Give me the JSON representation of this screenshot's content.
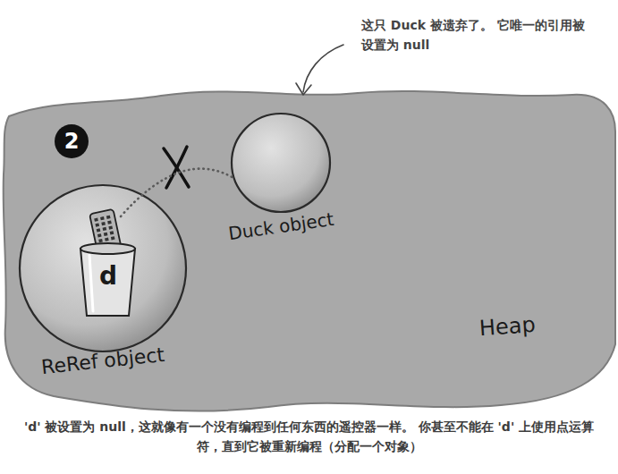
{
  "diagram": {
    "caption": "'d' 被设置为 null，这就像有一个没有编程到任何东西的遥控器一样。 你甚至不能在 'd' 上使用点运算符，直到它被重新编程（分配一个对象）",
    "nodes": [
      {
        "text": [
          "Heap"
        ]
      },
      {
        "text": [
          "ReRef object"
        ],
        "in": 0
      },
      {
        "text": [
          "d"
        ],
        "in": 1
      },
      {
        "text": [
          "Duck object"
        ],
        "in": 0
      }
    ],
    "edges": [
      {
        "from": 2,
        "to": 3,
        "arrow": "none"
      }
    ],
    "labels": [
      "2",
      "这只 Duck 被遗弃了。 它唯一的引用被设置为 null"
    ]
  }
}
